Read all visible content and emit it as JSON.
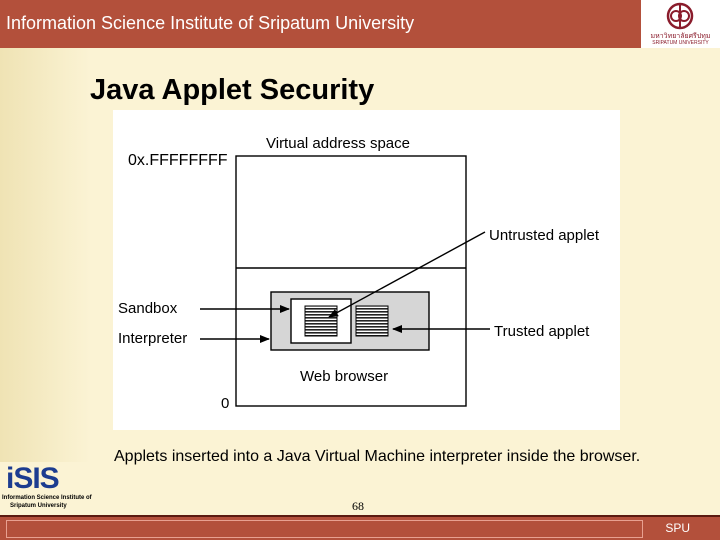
{
  "header": {
    "title": "Information Science Institute of Sripatum University",
    "logo_thai": "มหาวิทยาลัยศรีปทุม",
    "logo_en": "SRIPATUM UNIVERSITY"
  },
  "slide": {
    "title": "Java Applet Security",
    "caption": "Applets inserted into a Java Virtual Machine interpreter inside the browser.",
    "page_number": "68"
  },
  "diagram": {
    "top_address": "0x.FFFFFFFF",
    "bottom_address": "0",
    "labels": {
      "virtual_address_space": "Virtual address space",
      "untrusted_applet": "Untrusted applet",
      "sandbox": "Sandbox",
      "interpreter": "Interpreter",
      "trusted_applet": "Trusted applet",
      "web_browser": "Web browser"
    }
  },
  "isis_logo": {
    "mark": "iSIS",
    "line1": "Information Science Institute of",
    "line2": "Sripatum University"
  },
  "footer": {
    "label": "SPU"
  },
  "colors": {
    "header": "#b3503b",
    "background": "#fbf3d4",
    "logo_blue": "#1c3c90"
  }
}
